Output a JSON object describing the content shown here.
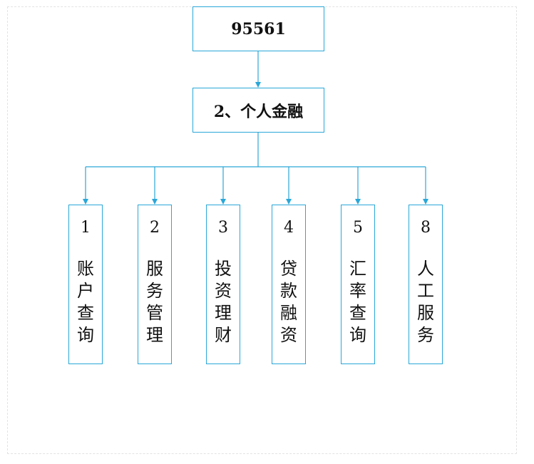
{
  "diagram": {
    "root": {
      "label": "95561"
    },
    "main": {
      "label": "2、个人金融"
    },
    "options": [
      {
        "key": "1",
        "label": "账户查询"
      },
      {
        "key": "2",
        "label": "服务管理"
      },
      {
        "key": "3",
        "label": "投资理财"
      },
      {
        "key": "4",
        "label": "贷款融资"
      },
      {
        "key": "5",
        "label": "汇率查询"
      },
      {
        "key": "8",
        "label": "人工服务"
      }
    ]
  },
  "colors": {
    "line": "#2aa7d8",
    "text": "#111111"
  }
}
